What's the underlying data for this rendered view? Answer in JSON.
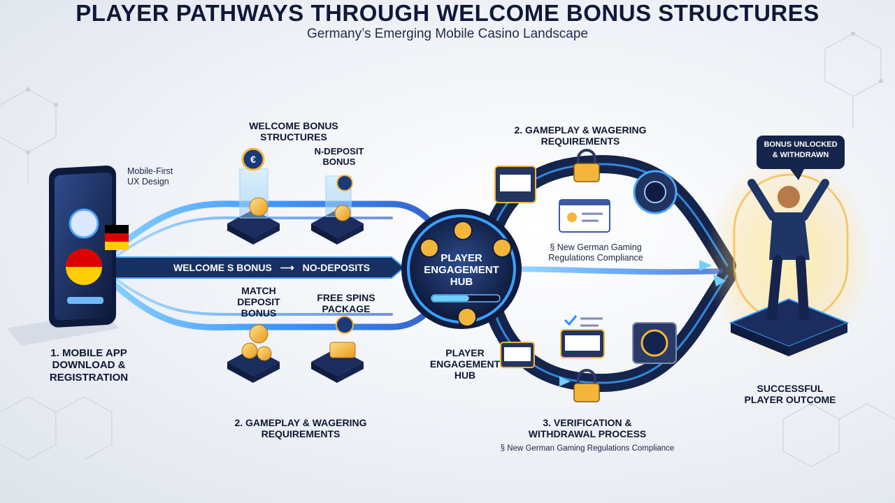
{
  "header": {
    "title": "PLAYER PATHWAYS THROUGH WELCOME BONUS STRUCTURES",
    "subtitle": "Germany’s Emerging Mobile Casino Landscape"
  },
  "phone": {
    "ux_note": "Mobile-First\nUX Design",
    "step_label": "1. MOBILE APP\nDOWNLOAD &\nREGISTRATION"
  },
  "bonuses": {
    "welcome_structures": "WELCOME BONUS\nSTRUCTURES",
    "no_deposit": "N-DEPOSIT\nBONUS",
    "match_deposit": "MATCH\nDEPOSIT\nBONUS",
    "free_spins": "FREE SPINS\nPACKAGE",
    "banner_left": "WELCOME S BONUS",
    "banner_right": "NO-DEPOSITS"
  },
  "hub": {
    "title": "PLAYER\nENGAGEMENT\nHUB",
    "progress": 0.55,
    "lower_label": "PLAYER\nENGAGEMENT\nHUB"
  },
  "upper_path": {
    "step_label": "2. GAMEPLAY & WAGERING\nREQUIREMENTS",
    "compliance": "§ New German Gaming\nRegulations Compliance"
  },
  "lower_path": {
    "step_label": "3. VERIFICATION &\nWITHDRAWAL PROCESS",
    "compliance": "§ New German Gaming Regulations Compliance"
  },
  "bottom_left_label": "2. GAMEPLAY & WAGERING\nREQUIREMENTS",
  "outcome": {
    "speech": "BONUS UNLOCKED\n& WITHDRAWN",
    "label": "SUCCESSFUL\nPLAYER OUTCOME"
  },
  "colors": {
    "navy": "#15244a",
    "flow_blue": "#3aa0ff",
    "gold": "#f4b63a",
    "flag_black": "#000000",
    "flag_red": "#dd0000",
    "flag_gold": "#ffce00"
  }
}
